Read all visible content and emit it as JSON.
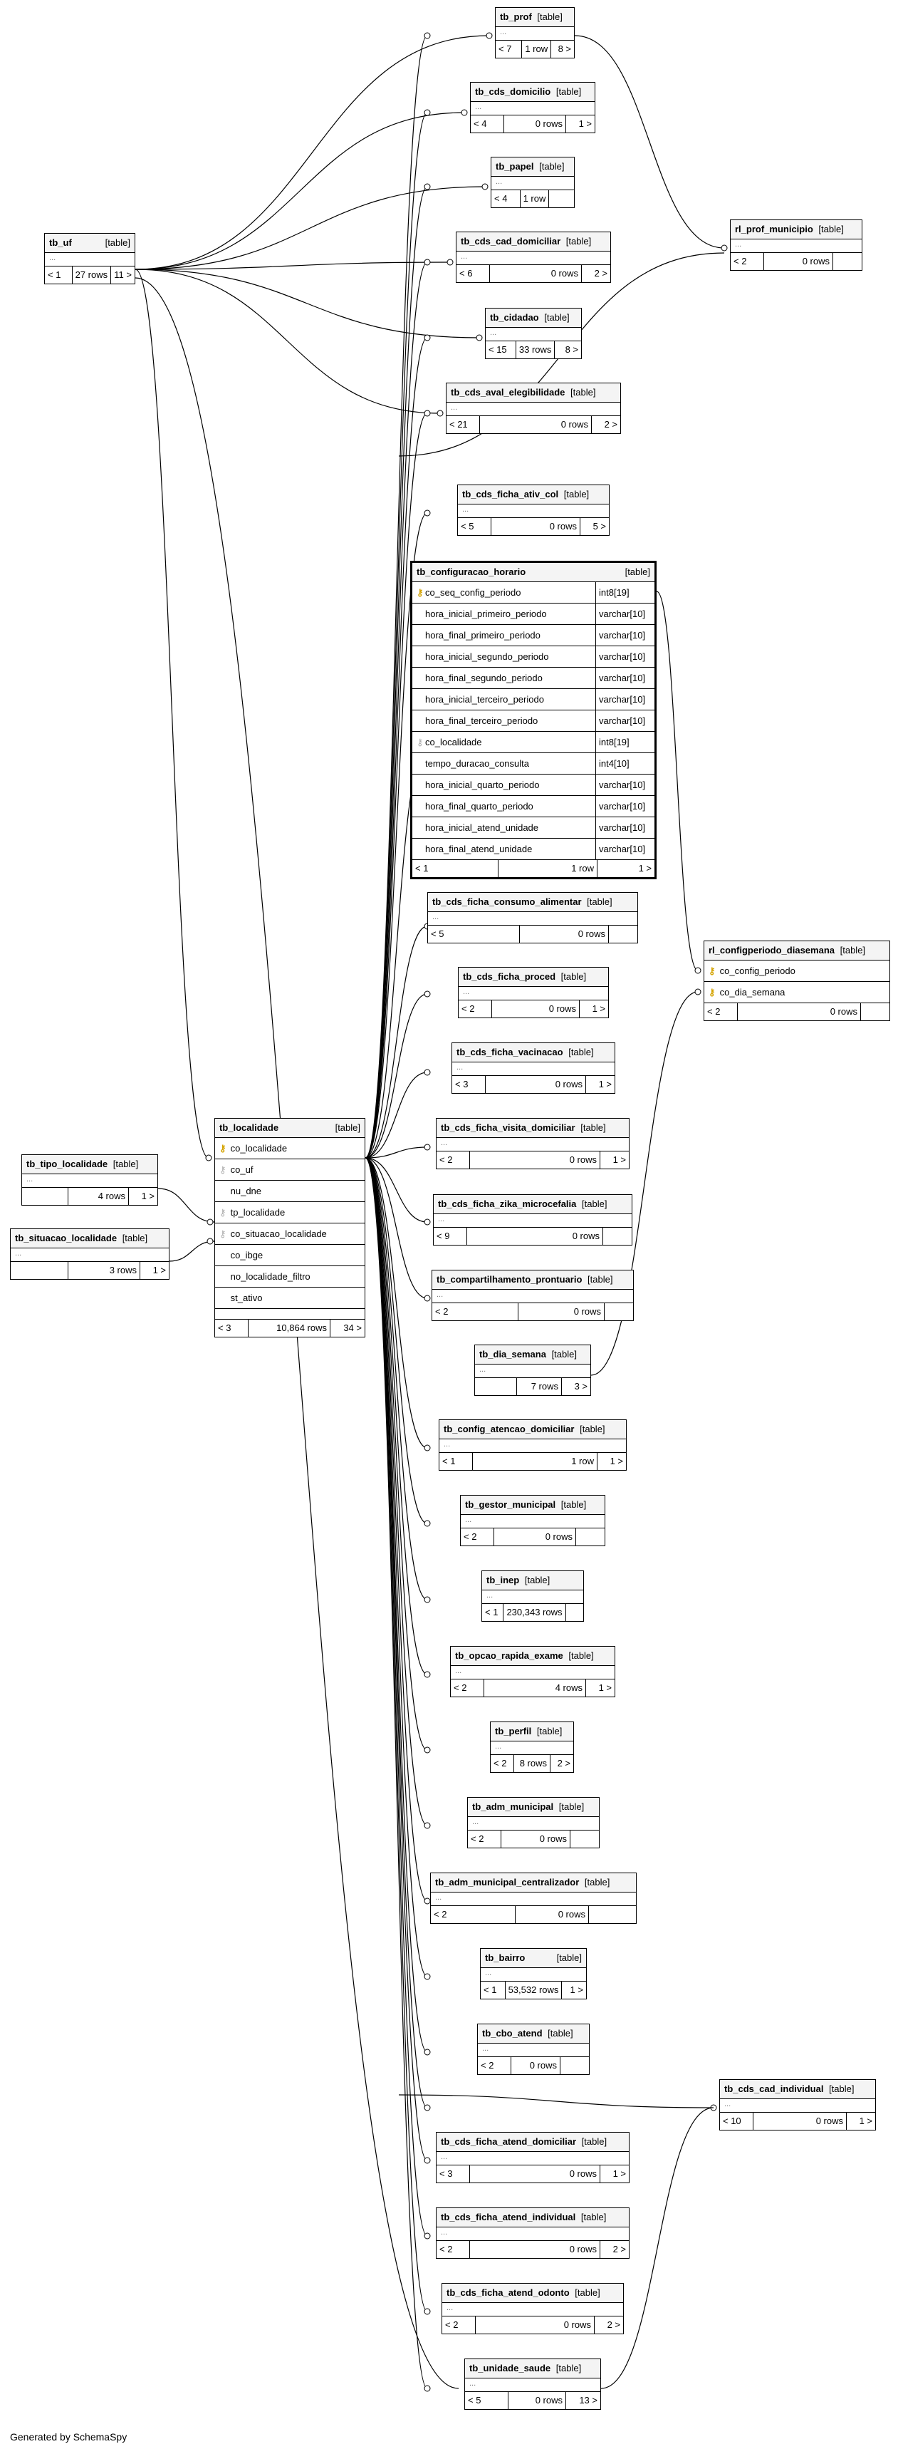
{
  "tables": {
    "tb_prof": {
      "name": "tb_prof",
      "kind": "[table]",
      "parents": "< 7",
      "rows": "1 row",
      "children": "8 >"
    },
    "tb_cds_domicilio": {
      "name": "tb_cds_domicilio",
      "kind": "[table]",
      "parents": "< 4",
      "rows": "0 rows",
      "children": "1 >"
    },
    "tb_papel": {
      "name": "tb_papel",
      "kind": "[table]",
      "parents": "< 4",
      "rows": "1 row",
      "children": ""
    },
    "tb_cds_cad_domiciliar": {
      "name": "tb_cds_cad_domiciliar",
      "kind": "[table]",
      "parents": "< 6",
      "rows": "0 rows",
      "children": "2 >"
    },
    "tb_cidadao": {
      "name": "tb_cidadao",
      "kind": "[table]",
      "parents": "< 15",
      "rows": "33 rows",
      "children": "8 >"
    },
    "tb_cds_aval_elegibilidade": {
      "name": "tb_cds_aval_elegibilidade",
      "kind": "[table]",
      "parents": "< 21",
      "rows": "0 rows",
      "children": "2 >"
    },
    "tb_cds_ficha_ativ_col": {
      "name": "tb_cds_ficha_ativ_col",
      "kind": "[table]",
      "parents": "< 5",
      "rows": "0 rows",
      "children": "5 >"
    },
    "tb_uf": {
      "name": "tb_uf",
      "kind": "[table]",
      "parents": "< 1",
      "rows": "27 rows",
      "children": "11 >"
    },
    "rl_prof_municipio": {
      "name": "rl_prof_municipio",
      "kind": "[table]",
      "parents": "< 2",
      "rows": "0 rows",
      "children": ""
    },
    "tb_configuracao_horario": {
      "name": "tb_configuracao_horario",
      "kind": "[table]",
      "columns": [
        {
          "name": "co_seq_config_periodo",
          "type": "int8[19]",
          "key": "pk"
        },
        {
          "name": "hora_inicial_primeiro_periodo",
          "type": "varchar[10]",
          "key": ""
        },
        {
          "name": "hora_final_primeiro_periodo",
          "type": "varchar[10]",
          "key": ""
        },
        {
          "name": "hora_inicial_segundo_periodo",
          "type": "varchar[10]",
          "key": ""
        },
        {
          "name": "hora_final_segundo_periodo",
          "type": "varchar[10]",
          "key": ""
        },
        {
          "name": "hora_inicial_terceiro_periodo",
          "type": "varchar[10]",
          "key": ""
        },
        {
          "name": "hora_final_terceiro_periodo",
          "type": "varchar[10]",
          "key": ""
        },
        {
          "name": "co_localidade",
          "type": "int8[19]",
          "key": "fk"
        },
        {
          "name": "tempo_duracao_consulta",
          "type": "int4[10]",
          "key": ""
        },
        {
          "name": "hora_inicial_quarto_periodo",
          "type": "varchar[10]",
          "key": ""
        },
        {
          "name": "hora_final_quarto_periodo",
          "type": "varchar[10]",
          "key": ""
        },
        {
          "name": "hora_inicial_atend_unidade",
          "type": "varchar[10]",
          "key": ""
        },
        {
          "name": "hora_final_atend_unidade",
          "type": "varchar[10]",
          "key": ""
        }
      ],
      "parents": "< 1",
      "rows": "1 row",
      "children": "1 >"
    },
    "tb_cds_ficha_consumo_alimentar": {
      "name": "tb_cds_ficha_consumo_alimentar",
      "kind": "[table]",
      "parents": "< 5",
      "rows": "0 rows",
      "children": ""
    },
    "rl_configperiodo_diasemana": {
      "name": "rl_configperiodo_diasemana",
      "kind": "[table]",
      "columns": [
        {
          "name": "co_config_periodo",
          "key": "pk"
        },
        {
          "name": "co_dia_semana",
          "key": "pk"
        }
      ],
      "parents": "< 2",
      "rows": "0 rows",
      "children": ""
    },
    "tb_cds_ficha_proced": {
      "name": "tb_cds_ficha_proced",
      "kind": "[table]",
      "parents": "< 2",
      "rows": "0 rows",
      "children": "1 >"
    },
    "tb_cds_ficha_vacinacao": {
      "name": "tb_cds_ficha_vacinacao",
      "kind": "[table]",
      "parents": "< 3",
      "rows": "0 rows",
      "children": "1 >"
    },
    "tb_tipo_localidade": {
      "name": "tb_tipo_localidade",
      "kind": "[table]",
      "parents": "",
      "rows": "4 rows",
      "children": "1 >"
    },
    "tb_situacao_localidade": {
      "name": "tb_situacao_localidade",
      "kind": "[table]",
      "parents": "",
      "rows": "3 rows",
      "children": "1 >"
    },
    "tb_localidade": {
      "name": "tb_localidade",
      "kind": "[table]",
      "columns": [
        {
          "name": "co_localidade",
          "key": "pk"
        },
        {
          "name": "co_uf",
          "key": "fk"
        },
        {
          "name": "nu_dne",
          "key": ""
        },
        {
          "name": "tp_localidade",
          "key": "fk"
        },
        {
          "name": "co_situacao_localidade",
          "key": "fk"
        },
        {
          "name": "co_ibge",
          "key": ""
        },
        {
          "name": "no_localidade_filtro",
          "key": ""
        },
        {
          "name": "st_ativo",
          "key": ""
        }
      ],
      "parents": "< 3",
      "rows": "10,864 rows",
      "children": "34 >"
    },
    "tb_cds_ficha_visita_domiciliar": {
      "name": "tb_cds_ficha_visita_domiciliar",
      "kind": "[table]",
      "parents": "< 2",
      "rows": "0 rows",
      "children": "1 >"
    },
    "tb_cds_ficha_zika_microcefalia": {
      "name": "tb_cds_ficha_zika_microcefalia",
      "kind": "[table]",
      "parents": "< 9",
      "rows": "0 rows",
      "children": ""
    },
    "tb_compartilhamento_prontuario": {
      "name": "tb_compartilhamento_prontuario",
      "kind": "[table]",
      "parents": "< 2",
      "rows": "0 rows",
      "children": ""
    },
    "tb_dia_semana": {
      "name": "tb_dia_semana",
      "kind": "[table]",
      "parents": "",
      "rows": "7 rows",
      "children": "3 >"
    },
    "tb_config_atencao_domiciliar": {
      "name": "tb_config_atencao_domiciliar",
      "kind": "[table]",
      "parents": "< 1",
      "rows": "1 row",
      "children": "1 >"
    },
    "tb_gestor_municipal": {
      "name": "tb_gestor_municipal",
      "kind": "[table]",
      "parents": "< 2",
      "rows": "0 rows",
      "children": ""
    },
    "tb_inep": {
      "name": "tb_inep",
      "kind": "[table]",
      "parents": "< 1",
      "rows": "230,343 rows",
      "children": ""
    },
    "tb_opcao_rapida_exame": {
      "name": "tb_opcao_rapida_exame",
      "kind": "[table]",
      "parents": "< 2",
      "rows": "4 rows",
      "children": "1 >"
    },
    "tb_perfil": {
      "name": "tb_perfil",
      "kind": "[table]",
      "parents": "< 2",
      "rows": "8 rows",
      "children": "2 >"
    },
    "tb_adm_municipal": {
      "name": "tb_adm_municipal",
      "kind": "[table]",
      "parents": "< 2",
      "rows": "0 rows",
      "children": ""
    },
    "tb_adm_municipal_centralizador": {
      "name": "tb_adm_municipal_centralizador",
      "kind": "[table]",
      "parents": "< 2",
      "rows": "0 rows",
      "children": ""
    },
    "tb_bairro": {
      "name": "tb_bairro",
      "kind": "[table]",
      "parents": "< 1",
      "rows": "53,532 rows",
      "children": "1 >"
    },
    "tb_cbo_atend": {
      "name": "tb_cbo_atend",
      "kind": "[table]",
      "parents": "< 2",
      "rows": "0 rows",
      "children": ""
    },
    "tb_cds_cad_individual": {
      "name": "tb_cds_cad_individual",
      "kind": "[table]",
      "parents": "< 10",
      "rows": "0 rows",
      "children": "1 >"
    },
    "tb_cds_ficha_atend_domiciliar": {
      "name": "tb_cds_ficha_atend_domiciliar",
      "kind": "[table]",
      "parents": "< 3",
      "rows": "0 rows",
      "children": "1 >"
    },
    "tb_cds_ficha_atend_individual": {
      "name": "tb_cds_ficha_atend_individual",
      "kind": "[table]",
      "parents": "< 2",
      "rows": "0 rows",
      "children": "2 >"
    },
    "tb_cds_ficha_atend_odonto": {
      "name": "tb_cds_ficha_atend_odonto",
      "kind": "[table]",
      "parents": "< 2",
      "rows": "0 rows",
      "children": "2 >"
    },
    "tb_unidade_saude": {
      "name": "tb_unidade_saude",
      "kind": "[table]",
      "parents": "< 5",
      "rows": "0 rows",
      "children": "13 >"
    }
  },
  "dots": "...",
  "footer": {
    "generated_by": "Generated by SchemaSpy"
  },
  "colors": {
    "line": "#000000",
    "header_bg": "#f4f4f4",
    "pk_icon": "#d4a300",
    "fk_icon": "#aaaaaa"
  },
  "icons": {
    "pk": "key-icon",
    "fk": "foreign-key-icon"
  }
}
